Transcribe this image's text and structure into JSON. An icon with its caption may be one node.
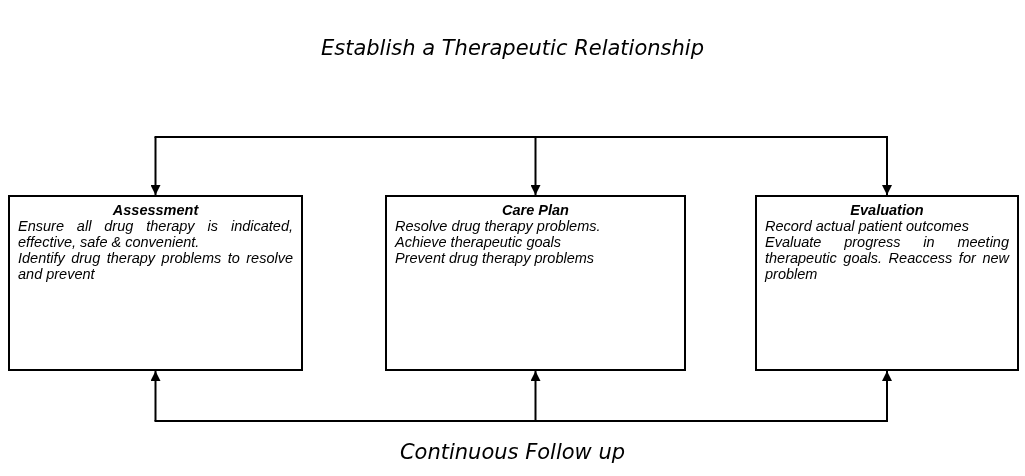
{
  "diagram": {
    "title": "Establish a Therapeutic Relationship",
    "caption": "Continuous Follow up",
    "nodes": [
      {
        "text": [
          "Assessment",
          "Ensure all drug therapy is indicated, effective, safe & convenient.",
          "Identify drug therapy problems to resolve and prevent"
        ]
      },
      {
        "text": [
          "Care Plan",
          "Resolve drug therapy problems.",
          "Achieve therapeutic goals",
          "Prevent drug therapy problems"
        ]
      },
      {
        "text": [
          "Evaluation",
          "Record actual patient outcomes",
          "Evaluate progress in meeting therapeutic goals. Reaccess for new problem"
        ]
      }
    ],
    "edges": [
      {
        "from": null,
        "to": 0,
        "arrow": "to"
      },
      {
        "from": null,
        "to": 1,
        "arrow": "to"
      },
      {
        "from": null,
        "to": 2,
        "arrow": "to"
      },
      {
        "from": null,
        "to": 0,
        "arrow": "to"
      },
      {
        "from": null,
        "to": 1,
        "arrow": "to"
      },
      {
        "from": null,
        "to": 2,
        "arrow": "to"
      }
    ]
  }
}
